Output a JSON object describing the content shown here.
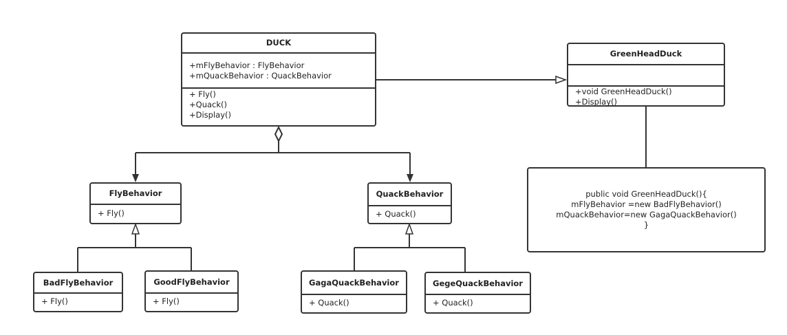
{
  "classes": {
    "duck": {
      "name": "DUCK",
      "attributes": [
        "+mFlyBehavior : FlyBehavior",
        "+mQuackBehavior : QuackBehavior"
      ],
      "methods": [
        "+ Fly()",
        "+Quack()",
        "+Display()"
      ]
    },
    "green_head_duck": {
      "name": "GreenHeadDuck",
      "methods": [
        "+void GreenHeadDuck()",
        "+Display()"
      ]
    },
    "fly_behavior": {
      "name": "FlyBehavior",
      "methods": [
        "+ Fly()"
      ]
    },
    "quack_behavior": {
      "name": "QuackBehavior",
      "methods": [
        "+ Quack()"
      ]
    },
    "bad_fly_behavior": {
      "name": "BadFlyBehavior",
      "methods": [
        "+ Fly()"
      ]
    },
    "good_fly_behavior": {
      "name": "GoodFlyBehavior",
      "methods": [
        "+ Fly()"
      ]
    },
    "gaga_quack_behavior": {
      "name": "GagaQuackBehavior",
      "methods": [
        "+ Quack()"
      ]
    },
    "gege_quack_behavior": {
      "name": "GegeQuackBehavior",
      "methods": [
        "+ Quack()"
      ]
    }
  },
  "note": {
    "lines": [
      "public void GreenHeadDuck(){",
      "mFlyBehavior =new BadFlyBehavior()",
      "mQuackBehavior=new GagaQuackBehavior()",
      "}"
    ]
  },
  "colors": {
    "stroke": "#333333"
  }
}
